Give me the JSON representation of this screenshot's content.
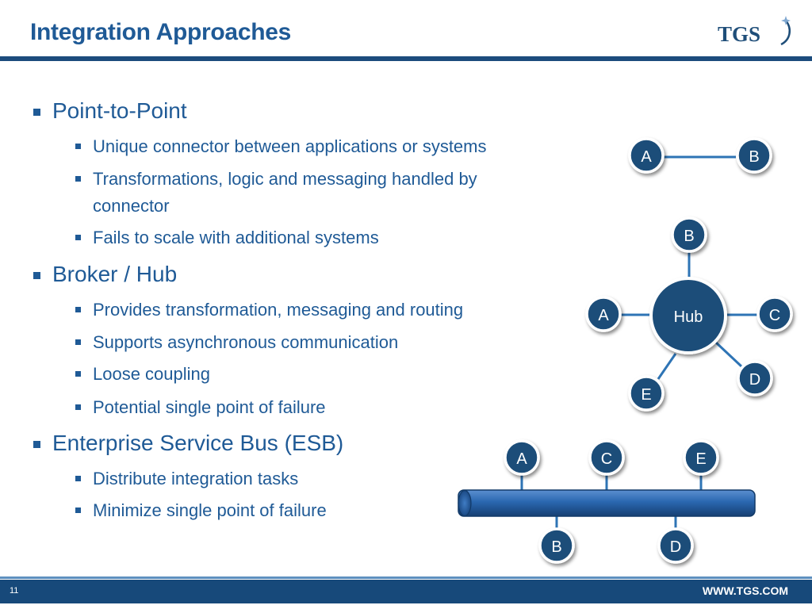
{
  "slide": {
    "title": "Integration Approaches",
    "logo_text": "TGS",
    "page_number": "11",
    "website": "WWW.TGS.COM"
  },
  "bullets": {
    "p2p": {
      "heading": "Point-to-Point",
      "items": [
        "Unique connector between applications or systems",
        "Transformations, logic and messaging handled by",
        "connector",
        "Fails to scale with additional systems"
      ]
    },
    "hub": {
      "heading": "Broker / Hub",
      "items": [
        "Provides transformation, messaging and routing",
        "Supports asynchronous communication",
        "Loose coupling",
        "Potential single point of failure"
      ]
    },
    "esb": {
      "heading": "Enterprise Service Bus (ESB)",
      "items": [
        "Distribute integration tasks",
        "Minimize single point of failure"
      ]
    }
  },
  "diagrams": {
    "p2p": {
      "left": "A",
      "right": "B"
    },
    "hub": {
      "center": "Hub",
      "top": "B",
      "left": "A",
      "right": "C",
      "bottom_right": "D",
      "bottom_left": "E"
    },
    "esb": {
      "top": [
        "A",
        "C",
        "E"
      ],
      "bottom": [
        "B",
        "D"
      ]
    }
  },
  "colors": {
    "primary": "#1f5a96",
    "node_fill": "#1f4e79",
    "connector": "#2e74b5",
    "bus": "#2a67b0"
  }
}
